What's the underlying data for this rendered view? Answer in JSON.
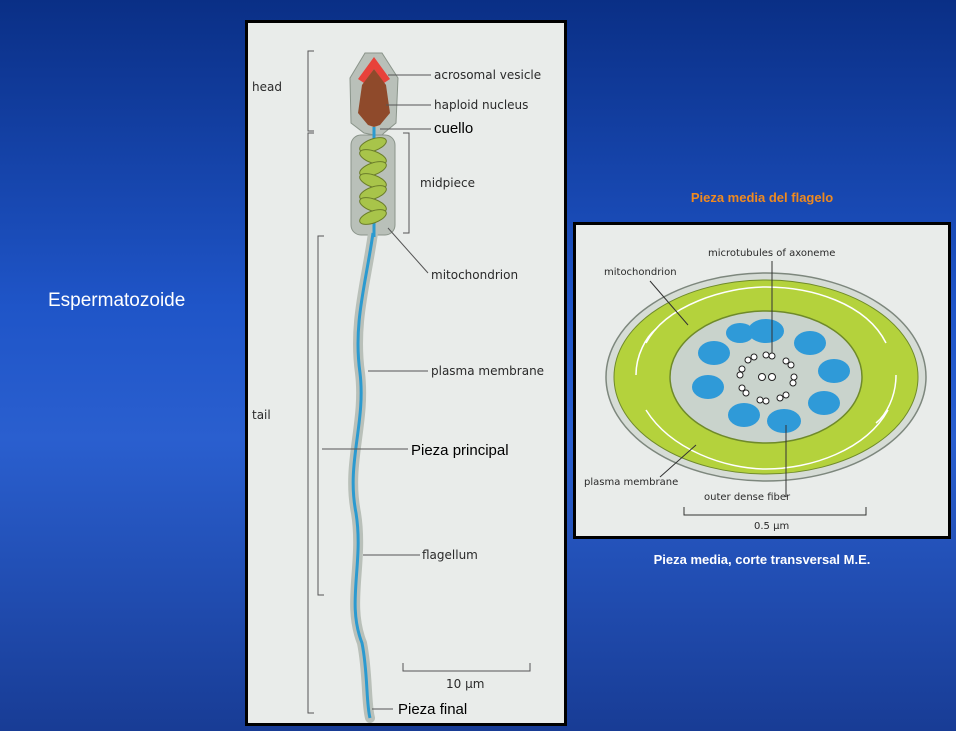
{
  "slide": {
    "title": "Espermatozoide"
  },
  "left_diagram": {
    "labels": {
      "head": "head",
      "tail": "tail",
      "acrosomal_vesicle": "acrosomal vesicle",
      "haploid_nucleus": "haploid nucleus",
      "cuello": "cuello",
      "midpiece": "midpiece",
      "mitochondrion": "mitochondrion",
      "plasma_membrane": "plasma membrane",
      "pieza_principal": "Pieza principal",
      "flagellum": "flagellum",
      "scale": "10 µm",
      "pieza_final": "Pieza final"
    },
    "colors": {
      "acrosome": "#e8423a",
      "nucleus": "#8f4a2b",
      "mitochondria": "#a8c44a",
      "axoneme": "#2b9ad0",
      "membrane": "#b9c0b9"
    }
  },
  "right_diagram": {
    "caption_top": "Pieza media del flagelo",
    "caption_bottom": "Pieza media, corte transversal M.E.",
    "labels": {
      "microtubules": "microtubules of axoneme",
      "mitochondrion": "mitochondrion",
      "plasma_membrane": "plasma membrane",
      "outer_dense_fiber": "outer dense fiber",
      "scale": "0.5 µm"
    },
    "colors": {
      "mitochondria": "#b4d23c",
      "dense_fiber": "#2f9ad8",
      "cytoplasm": "#c9d3cc"
    }
  }
}
